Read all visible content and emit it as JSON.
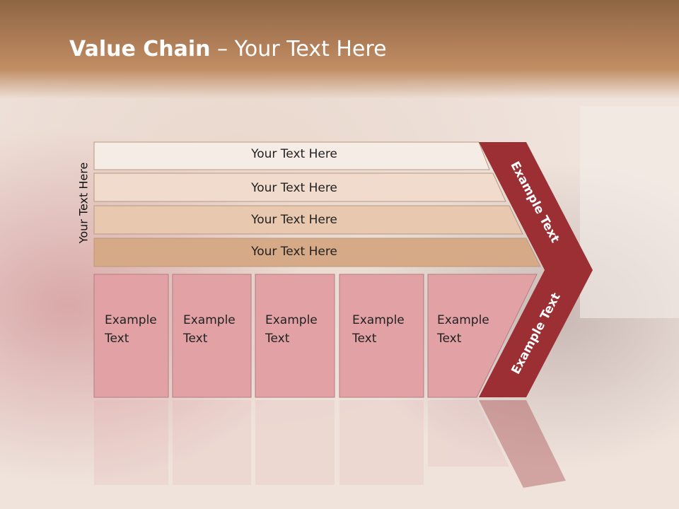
{
  "title": {
    "bold": "Value Chain",
    "rest": " – Your Text Here"
  },
  "side_label": "Your Text Here",
  "rows": [
    {
      "label": "Your Text Here",
      "color": "#f6ece6"
    },
    {
      "label": "Your Text Here",
      "color": "#f0dbcd"
    },
    {
      "label": "Your Text Here",
      "color": "#e8c9b0"
    },
    {
      "label": "Your Text Here",
      "color": "#d6aa86"
    }
  ],
  "cells": [
    {
      "line1": "Example",
      "line2": "Text"
    },
    {
      "line1": "Example",
      "line2": "Text"
    },
    {
      "line1": "Example",
      "line2": "Text"
    },
    {
      "line1": "Example",
      "line2": "Text"
    },
    {
      "line1": "Example",
      "line2": "Text"
    }
  ],
  "chevron": {
    "upper": "Example Text",
    "lower": "Example Text",
    "color": "#9b2f33"
  },
  "colors": {
    "cell_fill": "#e2a2a5",
    "cell_border": "#b37d80",
    "title_band": "#a97954"
  }
}
